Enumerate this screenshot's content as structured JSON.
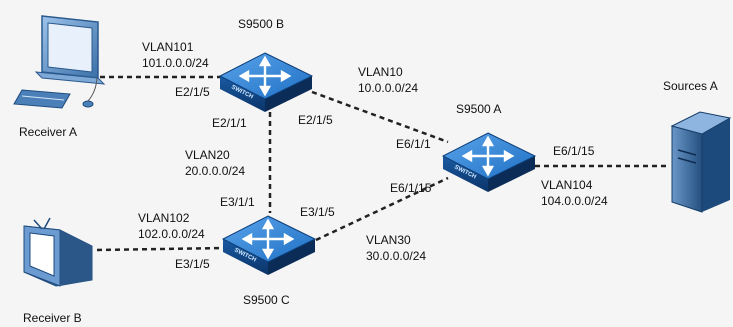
{
  "devices": {
    "switch_b": "S9500 B",
    "switch_a": "S9500 A",
    "switch_c": "S9500 C",
    "receiver_a": "Receiver A",
    "receiver_b": "Receiver B",
    "source_a": "Sources A"
  },
  "links": {
    "vlan101": {
      "name": "VLAN101",
      "subnet": "101.0.0.0/24",
      "port": "E2/1/5"
    },
    "vlan10": {
      "name": "VLAN10",
      "subnet": "10.0.0.0/24",
      "port_b": "E2/1/5",
      "port_a": "E6/1/1"
    },
    "vlan20": {
      "name": "VLAN20",
      "subnet": "20.0.0.0/24",
      "port_b": "E2/1/1",
      "port_c": "E3/1/1"
    },
    "vlan30": {
      "name": "VLAN30",
      "subnet": "30.0.0.0/24",
      "port_c": "E3/1/5",
      "port_a": "E6/1/15"
    },
    "vlan102": {
      "name": "VLAN102",
      "subnet": "102.0.0.0/24",
      "port": "E3/1/5"
    },
    "vlan104": {
      "name": "VLAN104",
      "subnet": "104.0.0.0/24",
      "port": "E6/1/15"
    }
  },
  "switch_badge": "SWITCH",
  "colors": {
    "switch_top": "#1f6fc4",
    "switch_side": "#0d3f7a",
    "device_body": "#3a6fa8",
    "line": "#222222"
  }
}
